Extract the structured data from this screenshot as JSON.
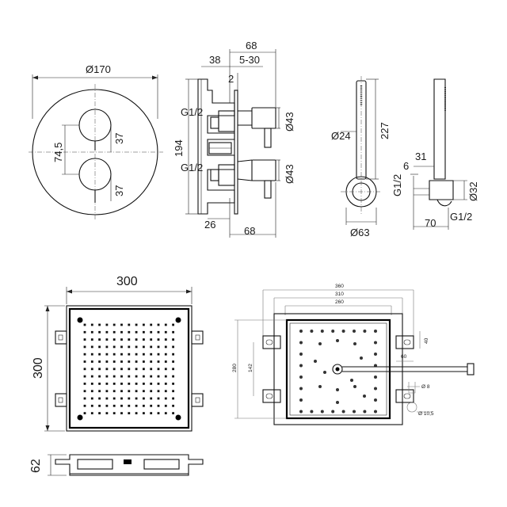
{
  "mixer_front": {
    "diameter": "Ø170",
    "spacing": "74,5",
    "knob_upper": "37",
    "knob_lower": "37"
  },
  "mixer_side": {
    "top_68": "68",
    "top_38": "38",
    "top_range": "5-30",
    "top_2": "2",
    "height": "194",
    "thread_upper": "G1/2",
    "thread_lower": "G1/2",
    "dia_upper": "Ø43",
    "dia_lower": "Ø43",
    "bottom_26": "26",
    "bottom_68": "68"
  },
  "hand_shower": {
    "dia_24": "Ø24",
    "length": "227",
    "dia_63": "Ø63",
    "num_6": "6",
    "num_31": "31",
    "thread_side": "G1/2",
    "dia_32": "Ø32",
    "num_70": "70",
    "thread_bottom": "G1/2"
  },
  "head_top": {
    "width": "300",
    "height": "300"
  },
  "head_side": {
    "depth": "62"
  },
  "frame": {
    "dim_360": "360",
    "dim_310": "310",
    "dim_260": "260",
    "dim_40": "40",
    "dim_60": "60",
    "dim_280": "280",
    "dim_142": "142",
    "dim_hole_8": "Ø 8",
    "dim_hole_10": "Ø 10,5"
  }
}
